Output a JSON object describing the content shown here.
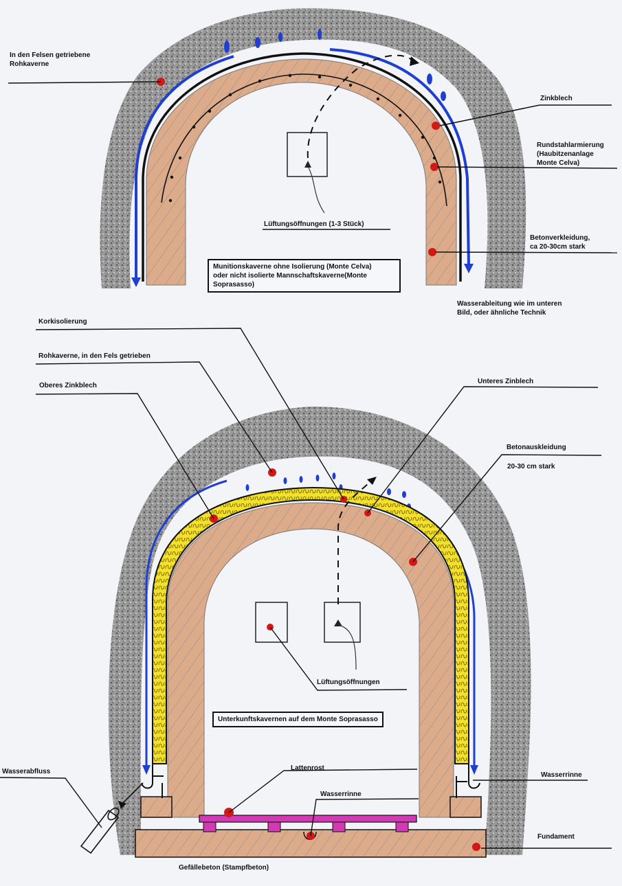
{
  "colors": {
    "paper": "#f3f4f8",
    "rock": "#5a5a5a",
    "water_blue": "#1f3fd0",
    "concrete_fill": "#d9a27c",
    "concrete_hatch": "#9a8f8f",
    "cork_yellow": "#f2e02a",
    "marker_red": "#d31818",
    "grate_magenta": "#d23ab4",
    "line": "#111111"
  },
  "upper_diagram": {
    "caption": "Munitionskaverne ohne Isolierung (Monte Celva)\noder nicht isolierte Mannschaftskaverne(Monte\nSoprasasso)",
    "labels": {
      "rohkaverne": "In den Felsen getriebene\nRohkaverne",
      "zinkblech": "Zinkblech",
      "rundstahlarmierung": "Rundstahlarmierung\n(Haubitzenanlage\nMonte Celva)",
      "lueftung": "Lüftungsöffnungen (1-3 Stück)",
      "betonverkleidung": "Betonverkleidung,\nca 20-30cm stark",
      "wasserableitung": "Wasserableitung wie im unteren\nBild, oder ähnliche Technik"
    }
  },
  "lower_diagram": {
    "caption": "Unterkunftskavernen auf dem Monte Soprasasso",
    "labels": {
      "korkisolierung": "Korkisolierung",
      "rohkaverne": "Rohkaverne, in den Fels getrieben",
      "oberes_zinkblech": "Oberes Zinkblech",
      "unteres_zinkblech": "Unteres Zinblech",
      "betonauskleidung": "Betonauskleidung",
      "betonauskleidung_staerke": "20-30 cm stark",
      "lueftung": "Lüftungsöffnungen",
      "wasserabfluss": "Wasserabfluss",
      "wasserrinne_rechts": "Wasserrinne",
      "lattenrost": "Lattenrost",
      "wasserrinne_mitte": "Wasserrinne",
      "fundament": "Fundament",
      "gefaellebeton": "Gefällebeton (Stampfbeton)"
    }
  }
}
